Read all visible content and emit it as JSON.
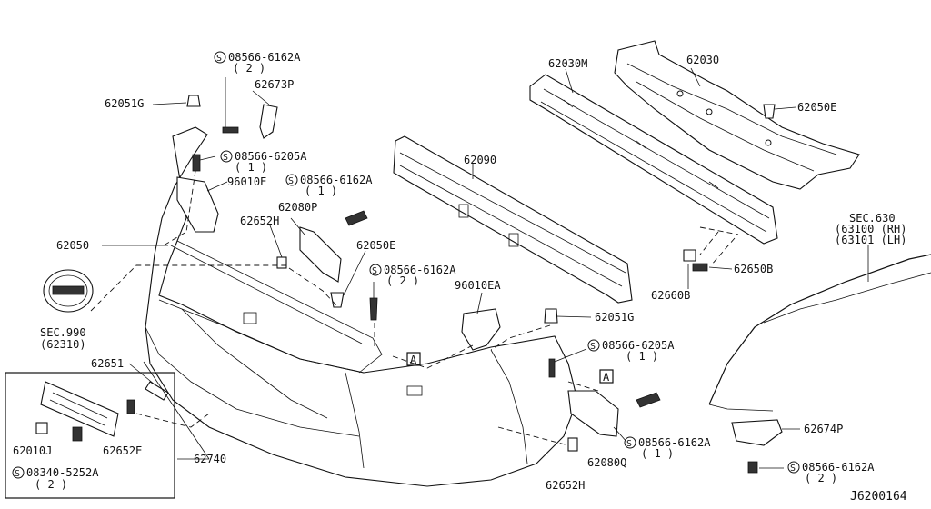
{
  "diagram_code": "J6200164",
  "labels": {
    "s_08566_6162A_top": "08566-6162A",
    "s_08566_6162A_top_qty": "( 2 )",
    "p62673P": "62673P",
    "p62051G_top": "62051G",
    "s_08566_6205A_left": "08566-6205A",
    "s_08566_6205A_left_qty": "( 1 )",
    "p96010E": "96010E",
    "s_08566_6162A_mid": "08566-6162A",
    "s_08566_6162A_mid_qty": "( 1 )",
    "p62080P": "62080P",
    "p62652H_top": "62652H",
    "p62050": "62050",
    "p62050E_mid": "62050E",
    "s_08566_6162A_center": "08566-6162A",
    "s_08566_6162A_center_qty": "( 2 )",
    "sec990": "SEC.990",
    "sec990_sub": "(62310)",
    "p96010EA": "96010EA",
    "p62051G_mid": "62051G",
    "s_08566_6205A_right": "08566-6205A",
    "s_08566_6205A_right_qty": "( 1 )",
    "p62651": "62651",
    "p62010J": "62010J",
    "p62652E": "62652E",
    "s_08340_5252A": "08340-5252A",
    "s_08340_5252A_qty": "( 2 )",
    "p62740": "62740",
    "p62652H_bottom": "62652H",
    "p62080Q": "62080Q",
    "s_08566_6162A_lower": "08566-6162A",
    "s_08566_6162A_lower_qty": "( 1 )",
    "p62030M": "62030M",
    "p62090": "62090",
    "p62030": "62030",
    "p62050E_right": "62050E",
    "p62660B": "62660B",
    "p62650B": "62650B",
    "sec630": "SEC.630",
    "sec630_rh": "(63100 (RH)",
    "sec630_lh": "(63101 (LH)",
    "p62674P": "62674P",
    "s_08566_6162A_bottom": "08566-6162A",
    "s_08566_6162A_bottom_qty": "( 2 )",
    "ref_A": "A",
    "ref_A2": "A",
    "s_symbol": "S"
  }
}
